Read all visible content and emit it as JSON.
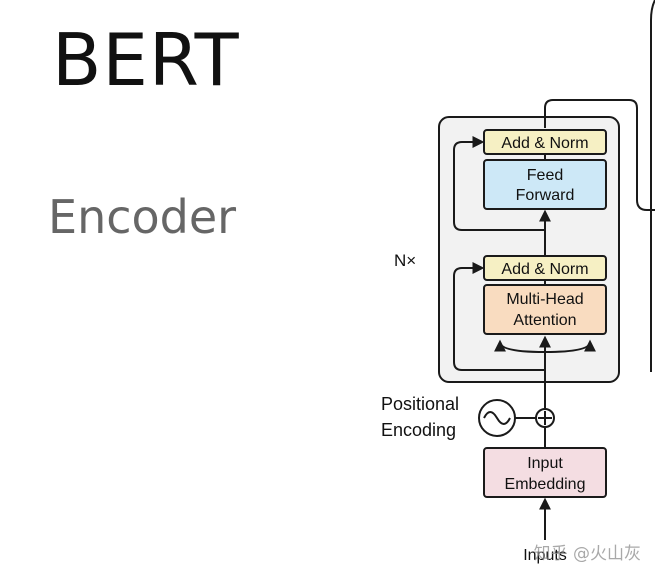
{
  "page": {
    "title": "BERT",
    "subtitle": "Encoder"
  },
  "diagram": {
    "repeat_label": "N×",
    "blocks": {
      "add_norm_top": "Add & Norm",
      "feed_forward_line1": "Feed",
      "feed_forward_line2": "Forward",
      "add_norm_bottom": "Add & Norm",
      "multi_head_line1": "Multi-Head",
      "multi_head_line2": "Attention",
      "input_embedding_line1": "Input",
      "input_embedding_line2": "Embedding"
    },
    "positional_encoding_line1": "Positional",
    "positional_encoding_line2": "Encoding",
    "inputs_label": "Inputs",
    "colors": {
      "add_norm": "#f6f0c4",
      "feed_forward": "#cde8f7",
      "multi_head": "#f9dcc0",
      "embedding": "#f4dde2",
      "panel": "#f2f2f2",
      "stroke": "#1a1a1a"
    }
  },
  "watermark": "知乎 @火山灰"
}
